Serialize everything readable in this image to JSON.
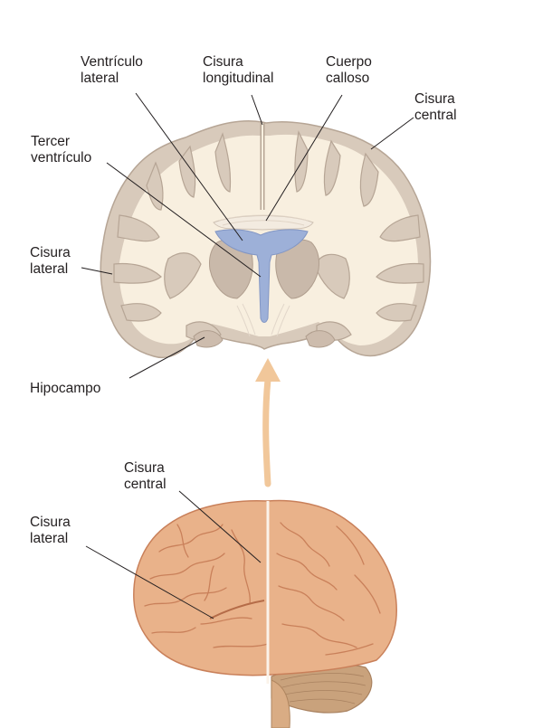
{
  "labels": {
    "ventriculo_lateral": [
      "Ventrículo",
      "lateral"
    ],
    "cisura_longitudinal": [
      "Cisura",
      "longitudinal"
    ],
    "cuerpo_calloso": [
      "Cuerpo",
      "calloso"
    ],
    "cisura_central_top": [
      "Cisura",
      "central"
    ],
    "tercer_ventriculo": [
      "Tercer",
      "ventrículo"
    ],
    "cisura_lateral_top": [
      "Cisura",
      "lateral"
    ],
    "hipocampo": [
      "Hipocampo"
    ],
    "cisura_central_bottom": [
      "Cisura",
      "central"
    ],
    "cisura_lateral_bottom": [
      "Cisura",
      "lateral"
    ]
  },
  "colors": {
    "white_matter": "#f8efdf",
    "gray_matter": "#d8cabb",
    "gray_matter_stroke": "#b6a595",
    "ventricle": "#9db0d8",
    "arrow": "#f1c79a",
    "brain_surface": "#e9b28a",
    "brain_gyri_stroke": "#c9805a",
    "cerebellum": "#c9a27c",
    "leader_line": "#231f20"
  }
}
